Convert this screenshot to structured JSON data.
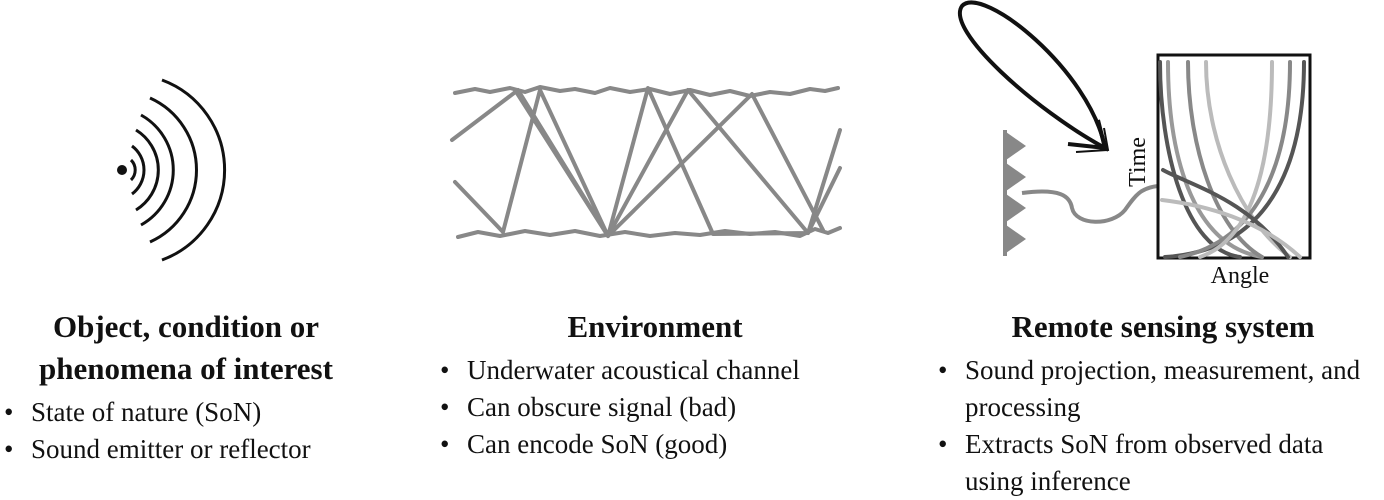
{
  "panels": [
    {
      "heading_lines": [
        "Object, condition or",
        "phenomena of interest"
      ],
      "bullets": [
        "State of nature (SoN)",
        "Sound emitter or reflector"
      ]
    },
    {
      "heading_lines": [
        "Environment"
      ],
      "bullets": [
        "Underwater acoustical channel",
        "Can obscure signal (bad)",
        "Can encode SoN (good)"
      ]
    },
    {
      "heading_lines": [
        "Remote sensing system"
      ],
      "bullets": [
        "Sound projection, measurement, and processing",
        "Extracts SoN from observed data using inference"
      ]
    }
  ],
  "plot": {
    "y_label": "Time",
    "x_label": "Angle"
  },
  "colors": {
    "ink": "#111111",
    "ray_gray": "#888888",
    "curve_dark": "#555555",
    "curve_light": "#bbbbbb"
  }
}
